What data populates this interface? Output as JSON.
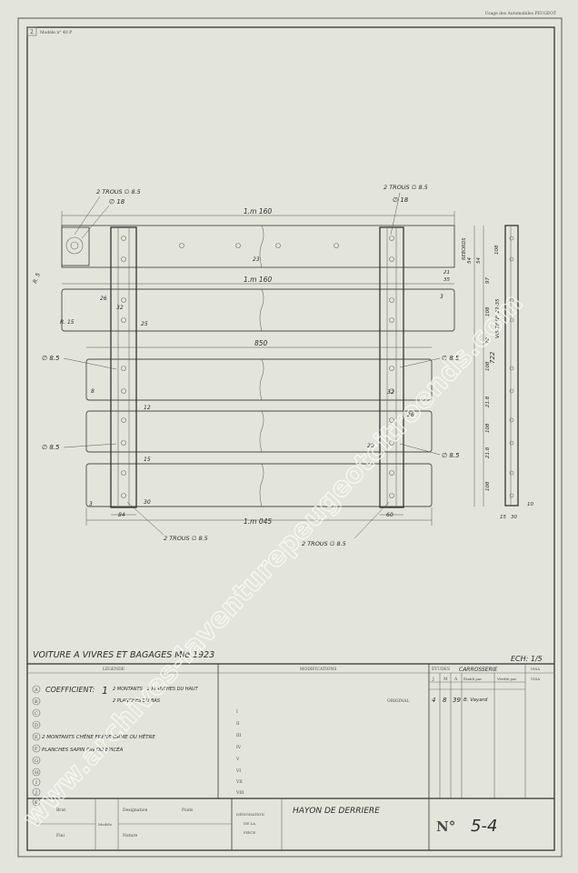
{
  "header": {
    "sheet_number": "2",
    "model_note": "Modèle n° 40 P",
    "company": "Usage des Automobiles PEUGEOT"
  },
  "drawing": {
    "labels": {
      "holes_top_left": "2 TROUS ∅ 8.5",
      "dia_top_left": "∅ 18",
      "holes_top_right": "2 TROUS ∅ 8.5",
      "dia_top_right": "∅ 18",
      "width_top": "1.m 160",
      "width_second": "1.m 160",
      "width_mid": "850",
      "width_bottom": "1.m 045",
      "holes_bottom_left": "2 TROUS ∅ 8.5",
      "holes_bottom_right": "2 TROUS ∅ 8.5",
      "dia_left_1": "∅ 8.5",
      "dia_left_2": "∅ 8.5",
      "dia_right_1": "∅ 8.5",
      "dia_right_2": "∅ 8.5",
      "r_label_1": "R. 5",
      "r_label_2": "R. 15",
      "dim_84": "84",
      "dim_60": "60",
      "dim_32_left": "32",
      "dim_32_right": "32",
      "dim_26_left": "26",
      "dim_26_right": "26",
      "dim_25": "25",
      "dim_23": "23",
      "dim_3": "3",
      "dim_8": "8",
      "dim_12": "12",
      "dim_15": "15",
      "dim_30": "30",
      "dim_20": "20",
      "dim_21": "21",
      "dim_35": "35",
      "dim_722": "722",
      "vert_108_a": "108",
      "vert_54": "54",
      "vert_54b": "54",
      "vert_97": "97",
      "vert_108_b": "108",
      "vert_70": "70",
      "vert_108_c": "108",
      "vert_218_a": "21.8",
      "vert_108_d": "108",
      "vert_218_b": "21.8",
      "vert_108_e": "108",
      "vis_label": "VIS TF N° 22-35",
      "side_15": "15",
      "side_30": "30",
      "side_10": "10",
      "rebords": "REBORDS"
    }
  },
  "titleblock": {
    "title": "VOITURE A VIVRES ET BAGAGES Mle 1923",
    "scale": "ECH: 1/5",
    "legend_header": "LÉGENDE",
    "modifications_header": "MODIFICATIONS",
    "etudes_label": "ÉTUDES",
    "dept": "CARROSSERIE",
    "date_cols": [
      "J",
      "M",
      "A",
      "Établi par",
      "Vérifié par"
    ],
    "visa_label": "VISA",
    "original_label": "ORIGINAL",
    "original_date": [
      "4",
      "8",
      "39"
    ],
    "established_by": "B. Vayard",
    "legend_letters": [
      "A",
      "B",
      "C",
      "D",
      "E",
      "F",
      "G",
      "H",
      "I",
      "J",
      "K"
    ],
    "coefficient_label": "COEFFICIENT:",
    "coefficient_value": "1",
    "coef_line1": "2 MONTANTS - 2 PLANCHES DU HAUT",
    "coef_line2": "2 PLANCHES DU BAS",
    "line_e": "2 MONTANTS CHÊNE FRÊNE ORME OU HÊTRE",
    "line_f": "PLANCHES SAPIN PIN OU ÉPICÉA",
    "roman": [
      "I",
      "II",
      "III",
      "IV",
      "V",
      "VI",
      "VII",
      "VIII"
    ],
    "bottom_brut": "Brut",
    "bottom_fini": "Fini",
    "bottom_modele": "Modèle",
    "bottom_designation": "Designation",
    "bottom_nature": "Nature",
    "bottom_poids": "Poids",
    "bottom_designation_de_la_piece": [
      "DÉSIGNATION",
      "DE LA",
      "PIÈCE"
    ],
    "piece_name": "HAYON DE DERRIERE",
    "number_prefix": "N°",
    "number": "5-4"
  },
  "watermark": "www.archives-laventurepeugeotcitroends.com"
}
